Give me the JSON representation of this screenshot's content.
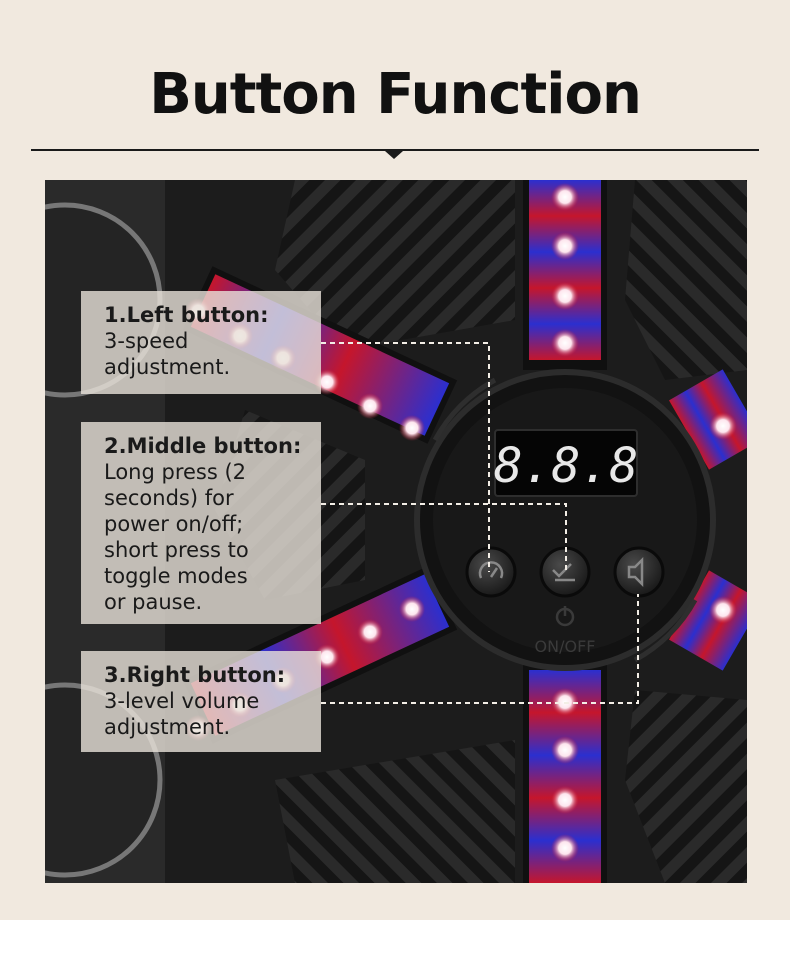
{
  "header": {
    "title": "Button Function"
  },
  "device": {
    "display_text": "8.8.8",
    "power_label": "ON/OFF",
    "buttons": [
      {
        "icon": "speed-icon"
      },
      {
        "icon": "mode-icon"
      },
      {
        "icon": "volume-icon"
      }
    ]
  },
  "callouts": [
    {
      "title": "1.Left button:",
      "description": "3-speed\nadjustment."
    },
    {
      "title": "2.Middle button:",
      "description": "Long press (2\nseconds) for\npower on/off;\nshort press to\ntoggle modes\nor pause."
    },
    {
      "title": "3.Right button:",
      "description": "3-level volume\nadjustment."
    }
  ],
  "colors": {
    "background": "#f1e9df",
    "led_red": "#d0152a",
    "led_blue": "#2a35c8",
    "display_red": "#e8e8e8",
    "body": "#1b1b1b"
  }
}
